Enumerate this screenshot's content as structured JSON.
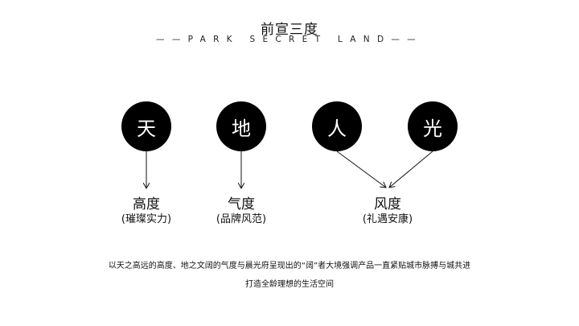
{
  "header": {
    "title": "前宣三度",
    "subtitle": "——PARK SECRET LAND——"
  },
  "nodes": [
    {
      "char": "天",
      "label": "高度",
      "sub": "(璀璨实力)"
    },
    {
      "char": "地",
      "label": "气度",
      "sub": "(品牌风范)"
    },
    {
      "char": "人"
    },
    {
      "char": "光"
    }
  ],
  "merged": {
    "label": "风度",
    "sub": "(礼遇安康)"
  },
  "description": {
    "line1": "以天之高远的高度、地之文阔的气度与晨光府呈现出的“阔”者大境强调产品一直紧贴城市脉搏与城共进",
    "line2": "打造全龄理想的生活空间"
  },
  "colors": {
    "circle": "#000000",
    "circle_text": "#ffffff",
    "text": "#111111"
  }
}
